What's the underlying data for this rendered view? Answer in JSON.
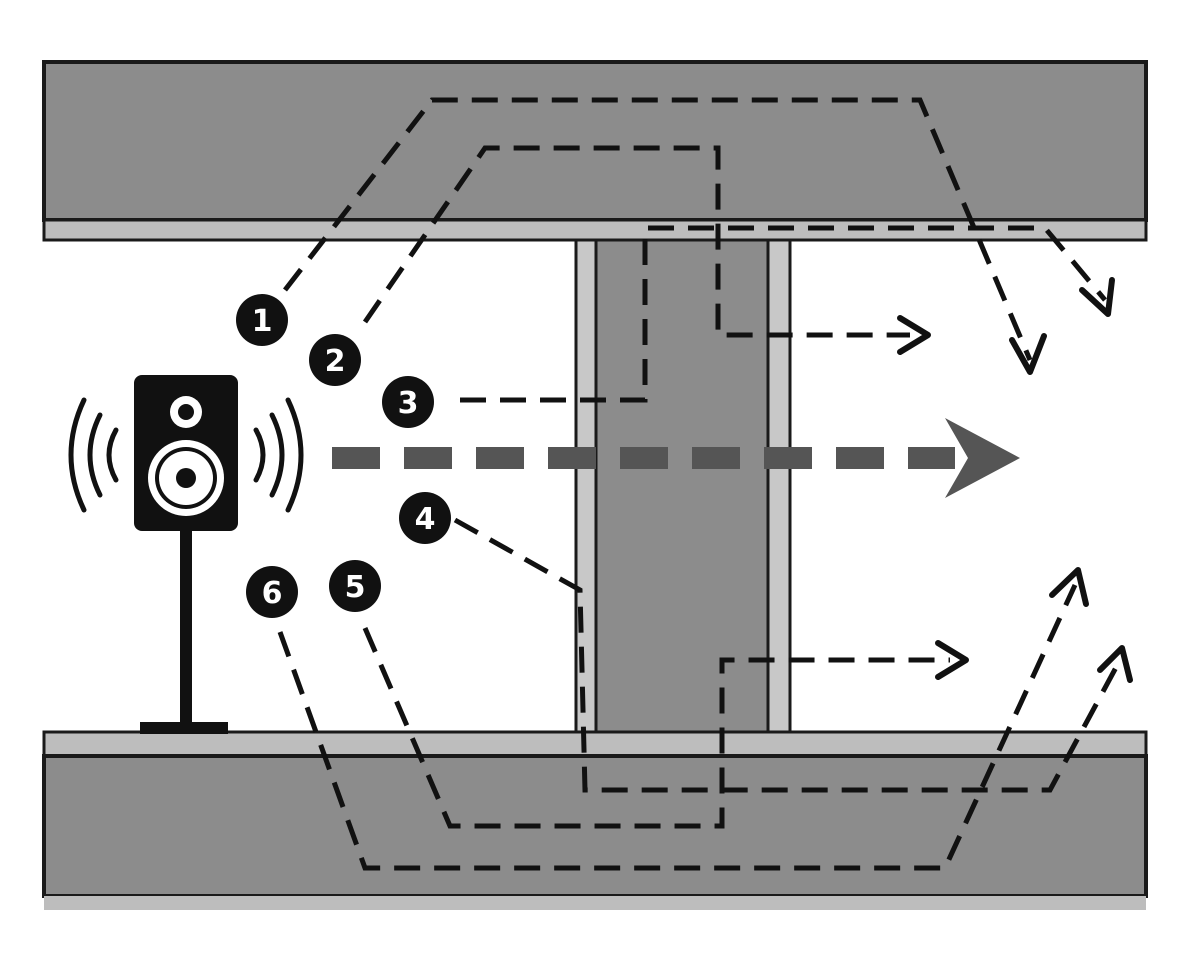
{
  "labels": [
    "1",
    "2",
    "3",
    "4",
    "5",
    "6"
  ],
  "colors": {
    "structure": "#8c8c8c",
    "outline": "#1a1a1a",
    "path": "#111111",
    "direct": "#555555",
    "background": "#ffffff"
  },
  "icons": {
    "source": "loudspeaker-icon",
    "sound_waves": "sound-wave-icon"
  }
}
